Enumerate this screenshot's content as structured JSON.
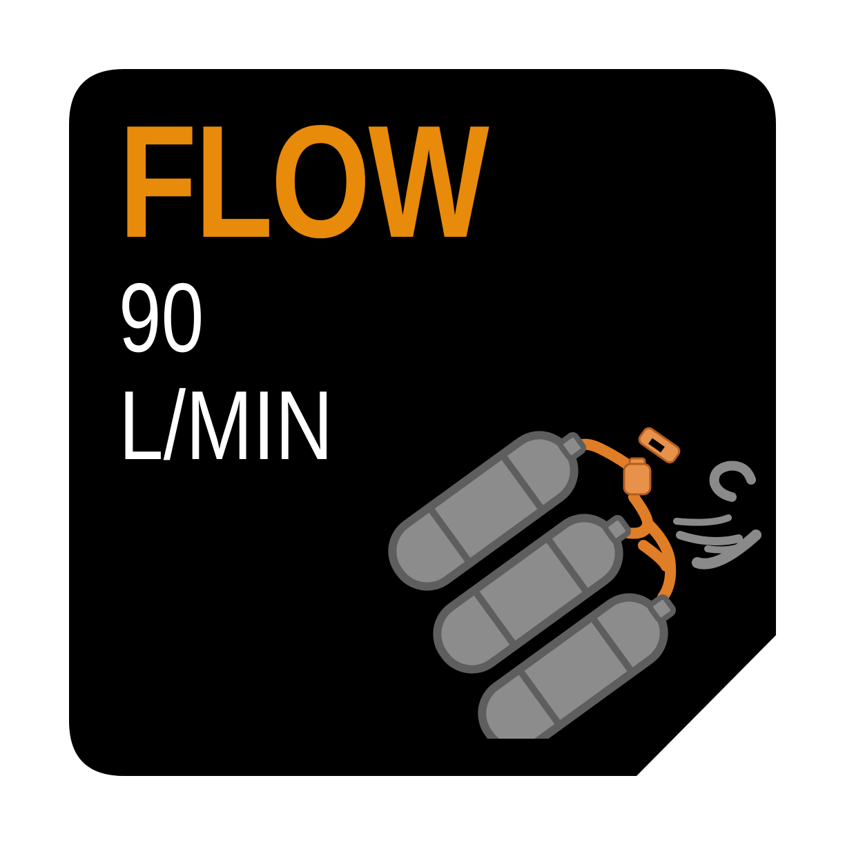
{
  "badge": {
    "title": "FLOW",
    "value": "90",
    "unit": "L/MIN",
    "icon": "gas-cylinders-flow-icon"
  },
  "colors": {
    "background": "#000000",
    "title": "#e88a0a",
    "text": "#ffffff",
    "cylinder_fill": "#8c8c8c",
    "cylinder_outline": "#5e5e5e",
    "hose": "#e07d27",
    "valve": "#e8914a",
    "gas": "#8a8a8a"
  }
}
